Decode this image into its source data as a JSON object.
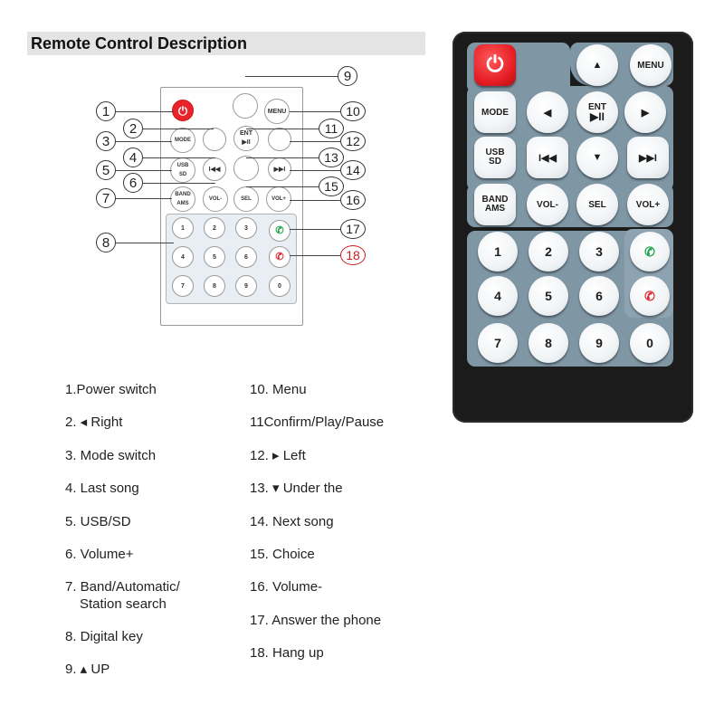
{
  "title": "Remote Control Description",
  "remote": {
    "power": "⏻",
    "menu": "MENU",
    "mode": "MODE",
    "ent_line1": "ENT",
    "ent_line2": "▶II",
    "usb_line1": "USB",
    "usb_line2": "SD",
    "band_line1": "BAND",
    "band_line2": "AMS",
    "vol_minus": "VOL-",
    "sel": "SEL",
    "vol_plus": "VOL+",
    "up": "▲",
    "down": "▼",
    "left": "◀",
    "right": "▶",
    "prev": "I◀◀",
    "next": "▶▶I",
    "digits": [
      "1",
      "2",
      "3",
      "4",
      "5",
      "6",
      "7",
      "8",
      "9",
      "0"
    ],
    "answer": "✆",
    "hangup": "✆"
  },
  "callouts": [
    "1",
    "2",
    "3",
    "4",
    "5",
    "6",
    "7",
    "8",
    "9",
    "10",
    "11",
    "12",
    "13",
    "14",
    "15",
    "16",
    "17",
    "18"
  ],
  "legend_left": [
    "1.Power switch",
    "2. ◂ Right",
    "3. Mode switch",
    "4. Last song",
    "5. USB/SD",
    "6. Volume+",
    "7. Band/Automatic/",
    "Station search",
    "8. Digital key",
    "9. ▴ UP"
  ],
  "legend_right": [
    "10. Menu",
    "11Confirm/Play/Pause",
    "12. ▸ Left",
    "13. ▾ Under the",
    "14. Next song",
    "15. Choice",
    "16. Volume-",
    "17. Answer the phone",
    "18. Hang up"
  ],
  "colors": {
    "panel": "#7f96a5",
    "power": "#e41c23",
    "answer": "#1aa34a",
    "hangup": "#e0282e",
    "callout18": "#c71e1e"
  }
}
